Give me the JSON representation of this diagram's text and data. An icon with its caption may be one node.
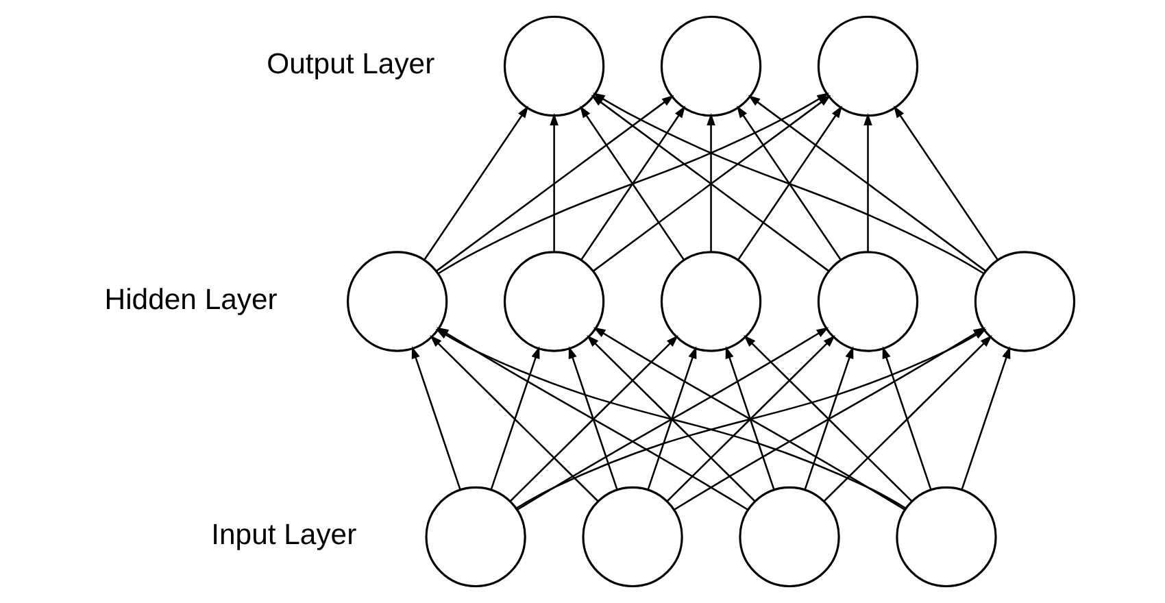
{
  "diagram": {
    "nodes": [
      {
        "text": [],
        "shape": "circle"
      },
      {
        "text": [],
        "shape": "circle"
      },
      {
        "text": [],
        "shape": "circle"
      },
      {
        "text": [],
        "shape": "circle"
      },
      {
        "text": [],
        "shape": "circle"
      },
      {
        "text": [],
        "shape": "circle"
      },
      {
        "text": [],
        "shape": "circle"
      },
      {
        "text": [],
        "shape": "circle"
      },
      {
        "text": [],
        "shape": "circle"
      },
      {
        "text": [],
        "shape": "circle"
      },
      {
        "text": [],
        "shape": "circle"
      },
      {
        "text": [],
        "shape": "circle"
      }
    ],
    "edges": [
      {
        "from": 8,
        "to": 3,
        "arrow": "to"
      },
      {
        "from": 8,
        "to": 4,
        "arrow": "to"
      },
      {
        "from": 8,
        "to": 5,
        "arrow": "to"
      },
      {
        "from": 8,
        "to": 6,
        "arrow": "to"
      },
      {
        "from": 8,
        "to": 7,
        "arrow": "to"
      },
      {
        "from": 9,
        "to": 3,
        "arrow": "to"
      },
      {
        "from": 9,
        "to": 4,
        "arrow": "to"
      },
      {
        "from": 9,
        "to": 5,
        "arrow": "to"
      },
      {
        "from": 9,
        "to": 6,
        "arrow": "to"
      },
      {
        "from": 9,
        "to": 7,
        "arrow": "to"
      },
      {
        "from": 10,
        "to": 3,
        "arrow": "to"
      },
      {
        "from": 10,
        "to": 4,
        "arrow": "to"
      },
      {
        "from": 10,
        "to": 5,
        "arrow": "to"
      },
      {
        "from": 10,
        "to": 6,
        "arrow": "to"
      },
      {
        "from": 10,
        "to": 7,
        "arrow": "to"
      },
      {
        "from": 11,
        "to": 3,
        "arrow": "to"
      },
      {
        "from": 11,
        "to": 4,
        "arrow": "to"
      },
      {
        "from": 11,
        "to": 5,
        "arrow": "to"
      },
      {
        "from": 11,
        "to": 6,
        "arrow": "to"
      },
      {
        "from": 11,
        "to": 7,
        "arrow": "to"
      },
      {
        "from": 3,
        "to": 0,
        "arrow": "to"
      },
      {
        "from": 3,
        "to": 1,
        "arrow": "to"
      },
      {
        "from": 3,
        "to": 2,
        "arrow": "to"
      },
      {
        "from": 4,
        "to": 0,
        "arrow": "to"
      },
      {
        "from": 4,
        "to": 1,
        "arrow": "to"
      },
      {
        "from": 4,
        "to": 2,
        "arrow": "to"
      },
      {
        "from": 5,
        "to": 0,
        "arrow": "to"
      },
      {
        "from": 5,
        "to": 1,
        "arrow": "to"
      },
      {
        "from": 5,
        "to": 2,
        "arrow": "to"
      },
      {
        "from": 6,
        "to": 0,
        "arrow": "to"
      },
      {
        "from": 6,
        "to": 1,
        "arrow": "to"
      },
      {
        "from": 6,
        "to": 2,
        "arrow": "to"
      },
      {
        "from": 7,
        "to": 0,
        "arrow": "to"
      },
      {
        "from": 7,
        "to": 1,
        "arrow": "to"
      },
      {
        "from": 7,
        "to": 2,
        "arrow": "to"
      }
    ],
    "labels": [
      "Output Layer",
      "Hidden Layer",
      "Input Layer"
    ]
  }
}
